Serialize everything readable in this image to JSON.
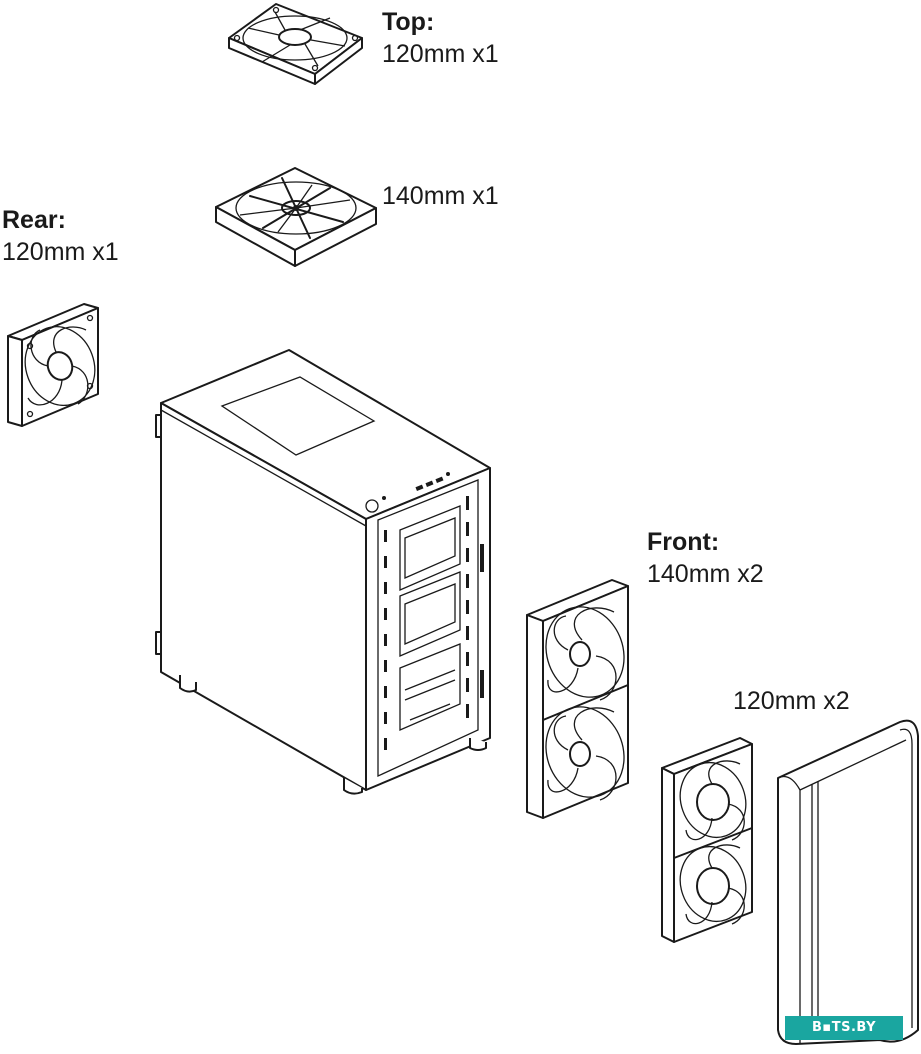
{
  "labels": {
    "top_heading": "Top:",
    "top_120": "120mm x1",
    "top_140": "140mm x1",
    "rear_heading": "Rear:",
    "rear_120": "120mm x1",
    "front_heading": "Front:",
    "front_140": "140mm x2",
    "front_120": "120mm x2"
  },
  "watermark": "B▪TS.BY",
  "colors": {
    "line": "#1a1a1a",
    "background": "#ffffff",
    "watermark_bg": "#1aa6a0"
  }
}
